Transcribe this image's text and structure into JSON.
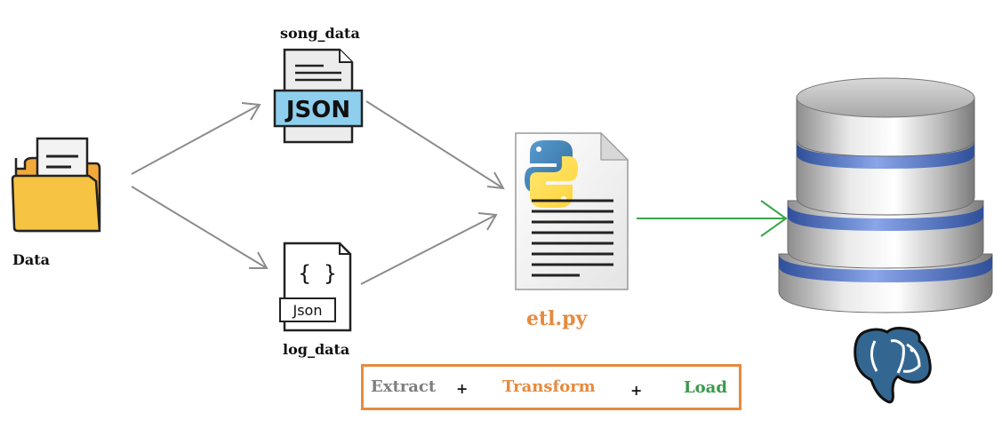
{
  "source": {
    "label": "Data",
    "icon": "folder-icon"
  },
  "inputs": [
    {
      "label": "song_data",
      "icon": "json-file-icon",
      "badge": "JSON"
    },
    {
      "label": "log_data",
      "icon": "json-code-file-icon",
      "badge": "Json",
      "glyph": "{ }"
    }
  ],
  "script": {
    "label": "etl.py",
    "icon": "python-file-icon"
  },
  "target": {
    "icon": "database-icon",
    "logo": "postgresql-elephant-icon"
  },
  "legend": {
    "extract": "Extract",
    "plus1": "+",
    "transform": "Transform",
    "plus2": "+",
    "load": "Load"
  },
  "colors": {
    "extract": "#7f7f7f",
    "transform": "#e68a3e",
    "load": "#3a9a4a",
    "arrow_gray": "#8c8c8c",
    "arrow_green": "#3aa64a",
    "folder": "#f6c342",
    "json_badge": "#8ecfee",
    "db_band": "#5a79c8"
  }
}
